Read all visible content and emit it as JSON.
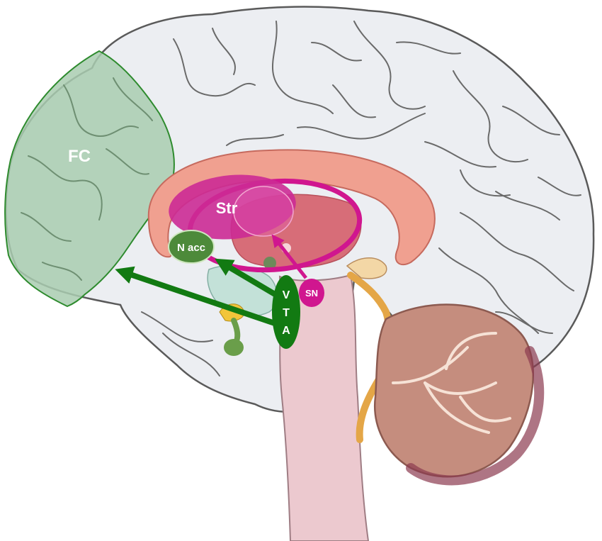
{
  "labels": {
    "fc": "FC",
    "str": "Str",
    "nacc": "N acc",
    "vta_v": "V",
    "vta_t": "T",
    "vta_a": "A",
    "sn": "SN"
  },
  "colors": {
    "dopamine_green": "#127a12",
    "nigrostriatal_magenta": "#d0168f",
    "frontal_cortex_fill": "#a9cdb0",
    "cerebrum": "#eceef2",
    "corpus_callosum": "#f0a090",
    "thalamus": "#d76d78",
    "brainstem": "#ecc9cf",
    "cerebellum": "#c58d7e"
  }
}
